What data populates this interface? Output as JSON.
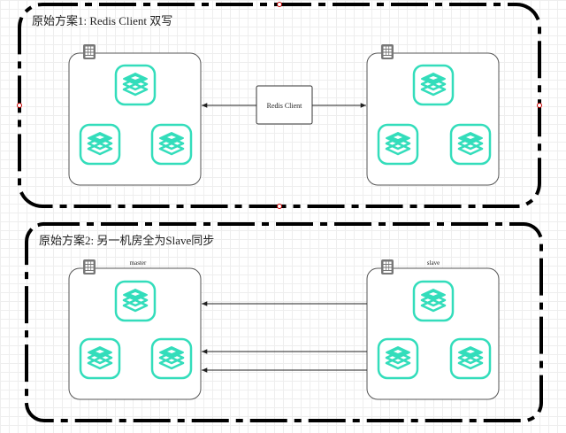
{
  "colors": {
    "background": "#ffffff",
    "grid": "#eeeeee",
    "outline": "#000000",
    "node_border": "#555555",
    "redis_accent": "#33ddbb",
    "redis_fill": "#ffffff",
    "server_icon": "#777777",
    "anchor": "#cc0000"
  },
  "section1": {
    "title": "原始方案1: Redis Client 双写",
    "client_label": "Redis Client"
  },
  "section2": {
    "title": "原始方案2: 另一机房全为Slave同步",
    "left_label": "master",
    "right_label": "slave"
  },
  "icons": {
    "server": "server-rack-icon",
    "redis": "redis-icon"
  }
}
